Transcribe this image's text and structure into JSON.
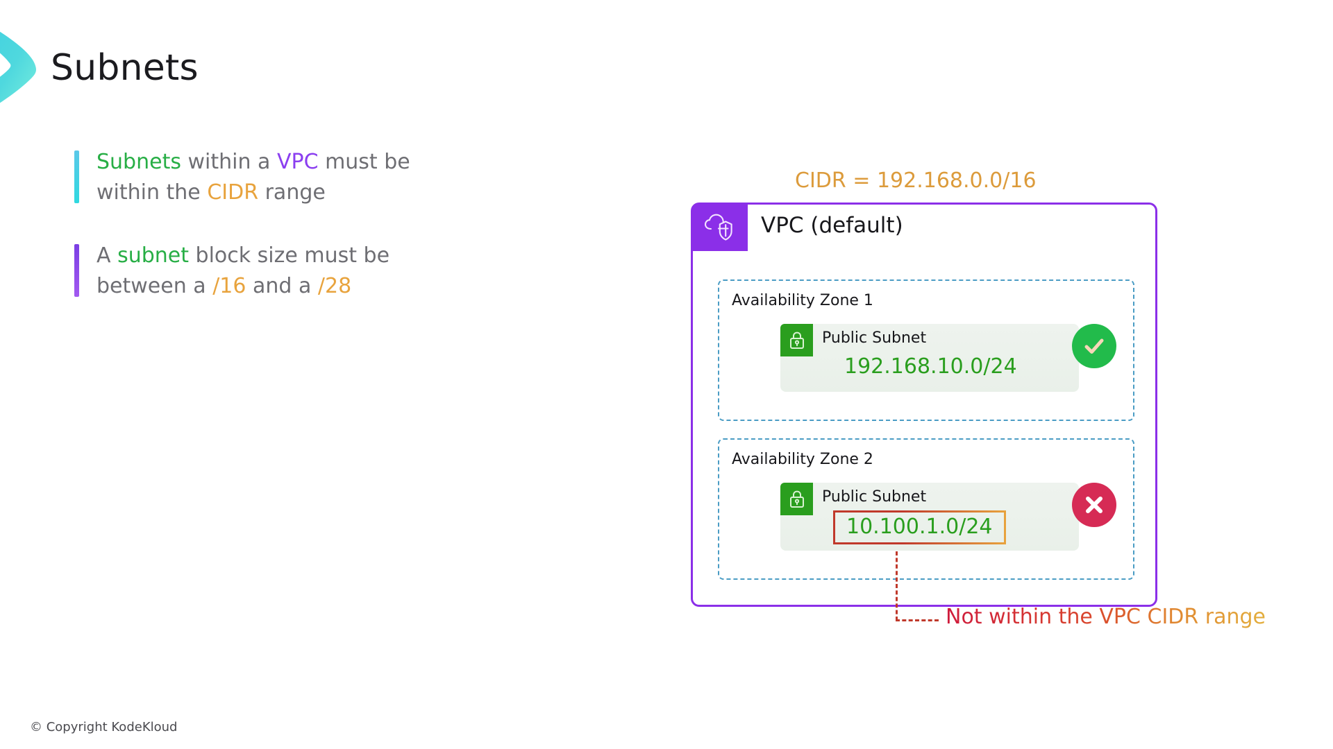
{
  "slide": {
    "title": "Subnets",
    "footer": "© Copyright KodeKloud",
    "logo_icon": "chevron-right-logo"
  },
  "bullets": [
    {
      "accent_color": "#2fd9e0",
      "segments": [
        {
          "text": "Subnets",
          "color": "#27ae45"
        },
        {
          "text": " within a ",
          "color": "#6e6e73"
        },
        {
          "text": "VPC",
          "color": "#8b3ff0"
        },
        {
          "text": " must be within the ",
          "color": "#6e6e73"
        },
        {
          "text": "CIDR",
          "color": "#e8a33d"
        },
        {
          "text": " range",
          "color": "#6e6e73"
        }
      ]
    },
    {
      "accent_color": "#8b3ff0",
      "segments": [
        {
          "text": "A ",
          "color": "#6e6e73"
        },
        {
          "text": "subnet",
          "color": "#27ae45"
        },
        {
          "text": " block size must be between a ",
          "color": "#6e6e73"
        },
        {
          "text": "/16",
          "color": "#e8a33d"
        },
        {
          "text": " and a ",
          "color": "#6e6e73"
        },
        {
          "text": "/28",
          "color": "#e8a33d"
        }
      ]
    }
  ],
  "diagram": {
    "cidr_label": "CIDR = 192.168.0.0/16",
    "cidr_label_color": "#dc9b3b",
    "vpc": {
      "title": "VPC (default)",
      "icon": "cloud-shield-icon",
      "border_color": "#8b2fe8",
      "icon_tile_color": "#8b2fe8"
    },
    "zones": [
      {
        "label": "Availability Zone 1",
        "border_color": "#4a9cc4",
        "subnet": {
          "icon": "lock-icon",
          "name": "Public Subnet",
          "cidr": "192.168.10.0/24",
          "cidr_color": "#2a9e1e",
          "flagged": false
        },
        "status": {
          "icon": "check-icon",
          "color": "#22bb4b",
          "label": "valid"
        }
      },
      {
        "label": "Availability Zone 2",
        "border_color": "#4a9cc4",
        "subnet": {
          "icon": "lock-icon",
          "name": "Public Subnet",
          "cidr": "10.100.1.0/24",
          "cidr_color": "#2a9e1e",
          "flagged": true
        },
        "status": {
          "icon": "cross-icon",
          "color": "#d62b55",
          "label": "invalid"
        }
      }
    ],
    "callout": {
      "text": "Not within the VPC CIDR range",
      "color_start": "#cf1b3c",
      "color_end": "#e3ae3c"
    }
  }
}
